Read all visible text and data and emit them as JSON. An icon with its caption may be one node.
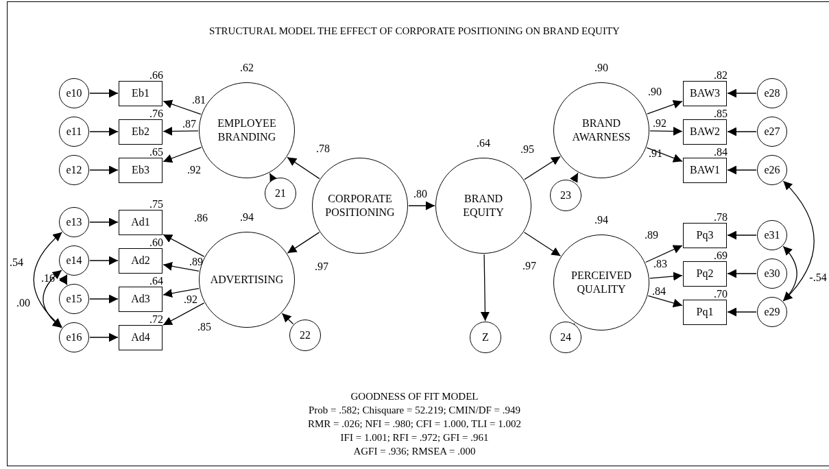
{
  "diagram": {
    "title": "STRUCTURAL MODEL THE EFFECT OF CORPORATE POSITIONING ON BRAND EQUITY",
    "caption": "GOODNESS OF FIT MODEL",
    "nodes": [
      {
        "text": [
          "e10"
        ]
      },
      {
        "text": [
          "Eb1"
        ],
        "beside": [
          ".66"
        ]
      },
      {
        "text": [
          "e11"
        ]
      },
      {
        "text": [
          "Eb2"
        ],
        "beside": [
          ".76"
        ]
      },
      {
        "text": [
          "e12"
        ]
      },
      {
        "text": [
          "Eb3"
        ],
        "beside": [
          ".65"
        ]
      },
      {
        "text": [
          "EMPLOYEE BRANDING"
        ],
        "beside": [
          ".62"
        ]
      },
      {
        "text": [
          "21"
        ]
      },
      {
        "text": [
          "CORPORATE POSITIONING"
        ]
      },
      {
        "text": [
          "e13"
        ]
      },
      {
        "text": [
          "Ad1"
        ],
        "beside": [
          ".75"
        ]
      },
      {
        "text": [
          "e14"
        ]
      },
      {
        "text": [
          "Ad2"
        ],
        "beside": [
          ".60"
        ]
      },
      {
        "text": [
          "e15"
        ]
      },
      {
        "text": [
          "Ad3"
        ],
        "beside": [
          ".64"
        ]
      },
      {
        "text": [
          "e16"
        ]
      },
      {
        "text": [
          "Ad4"
        ],
        "beside": [
          ".72"
        ]
      },
      {
        "text": [
          "ADVERTISING"
        ],
        "beside": [
          ".94"
        ]
      },
      {
        "text": [
          "22"
        ]
      },
      {
        "text": [
          "BRAND EQUITY"
        ],
        "beside": [
          ".64"
        ]
      },
      {
        "text": [
          "Z"
        ]
      },
      {
        "text": [
          "BRAND AWARNESS"
        ],
        "beside": [
          ".90"
        ]
      },
      {
        "text": [
          "23"
        ]
      },
      {
        "text": [
          "BAW3"
        ],
        "beside": [
          ".82"
        ]
      },
      {
        "text": [
          "e28"
        ]
      },
      {
        "text": [
          "BAW2"
        ],
        "beside": [
          ".85"
        ]
      },
      {
        "text": [
          "e27"
        ]
      },
      {
        "text": [
          "BAW1"
        ],
        "beside": [
          ".84"
        ]
      },
      {
        "text": [
          "e26"
        ]
      },
      {
        "text": [
          "PERCEIVED QUALITY"
        ],
        "beside": [
          ".94"
        ]
      },
      {
        "text": [
          "24"
        ]
      },
      {
        "text": [
          "Pq3"
        ],
        "beside": [
          ".78"
        ]
      },
      {
        "text": [
          "e31"
        ]
      },
      {
        "text": [
          "Pq2"
        ],
        "beside": [
          ".69"
        ]
      },
      {
        "text": [
          "e30"
        ]
      },
      {
        "text": [
          "Pq1"
        ],
        "beside": [
          ".70"
        ]
      },
      {
        "text": [
          "e29"
        ]
      }
    ],
    "edges": [
      {
        "from": 0,
        "to": 1,
        "arrow": "to"
      },
      {
        "from": 2,
        "to": 3,
        "arrow": "to"
      },
      {
        "from": 4,
        "to": 5,
        "arrow": "to"
      },
      {
        "from": 6,
        "to": 1,
        "arrow": "to",
        "label": ".81"
      },
      {
        "from": 6,
        "to": 3,
        "arrow": "to",
        "label": ".87"
      },
      {
        "from": 6,
        "to": 5,
        "arrow": "to",
        "label": ".92"
      },
      {
        "from": 7,
        "to": 6,
        "arrow": "to"
      },
      {
        "from": 8,
        "to": 6,
        "arrow": "to",
        "label": ".78"
      },
      {
        "from": 8,
        "to": 17,
        "arrow": "to",
        "label": ".97"
      },
      {
        "from": 8,
        "to": 19,
        "arrow": "to",
        "label": ".80"
      },
      {
        "from": 9,
        "to": 10,
        "arrow": "to"
      },
      {
        "from": 11,
        "to": 12,
        "arrow": "to"
      },
      {
        "from": 13,
        "to": 14,
        "arrow": "to"
      },
      {
        "from": 15,
        "to": 16,
        "arrow": "to"
      },
      {
        "from": 17,
        "to": 10,
        "arrow": "to",
        "label": ".86"
      },
      {
        "from": 17,
        "to": 12,
        "arrow": "to",
        "label": ".89"
      },
      {
        "from": 17,
        "to": 14,
        "arrow": "to",
        "label": ".92"
      },
      {
        "from": 17,
        "to": 16,
        "arrow": "to",
        "label": ".85"
      },
      {
        "from": 18,
        "to": 17,
        "arrow": "to"
      },
      {
        "from": 9,
        "to": 15,
        "arrow": "both",
        "label": ".54"
      },
      {
        "from": 11,
        "to": 15,
        "arrow": "both",
        "label": ".00"
      },
      {
        "from": 11,
        "to": 13,
        "arrow": "both",
        "label": ".16"
      },
      {
        "from": 19,
        "to": 21,
        "arrow": "to",
        "label": ".95"
      },
      {
        "from": 19,
        "to": 29,
        "arrow": "to",
        "label": ".97"
      },
      {
        "from": 19,
        "to": 20,
        "arrow": "to"
      },
      {
        "from": 22,
        "to": 21,
        "arrow": "to"
      },
      {
        "from": 30,
        "to": 29,
        "arrow": "to"
      },
      {
        "from": 21,
        "to": 23,
        "arrow": "to",
        "label": ".90"
      },
      {
        "from": 21,
        "to": 25,
        "arrow": "to",
        "label": ".92"
      },
      {
        "from": 21,
        "to": 27,
        "arrow": "to",
        "label": ".91"
      },
      {
        "from": 24,
        "to": 23,
        "arrow": "to"
      },
      {
        "from": 26,
        "to": 25,
        "arrow": "to"
      },
      {
        "from": 28,
        "to": 27,
        "arrow": "to"
      },
      {
        "from": 29,
        "to": 31,
        "arrow": "to",
        "label": ".89"
      },
      {
        "from": 29,
        "to": 33,
        "arrow": "to",
        "label": ".83"
      },
      {
        "from": 29,
        "to": 35,
        "arrow": "to",
        "label": ".84"
      },
      {
        "from": 32,
        "to": 31,
        "arrow": "to"
      },
      {
        "from": 34,
        "to": 33,
        "arrow": "to"
      },
      {
        "from": 36,
        "to": 35,
        "arrow": "to"
      },
      {
        "from": 32,
        "to": 36,
        "arrow": "both"
      },
      {
        "from": 28,
        "to": 36,
        "arrow": "both",
        "label": "-.54"
      }
    ],
    "labels": [
      "Prob = .582; Chisquare = 52.219; CMIN/DF = .949",
      "RMR = .026; NFI = .980; CFI = 1.000, TLI = 1.002",
      "IFI = 1.001; RFI = .972; GFI = .961",
      "AGFI = .936; RMSEA = .000"
    ]
  }
}
